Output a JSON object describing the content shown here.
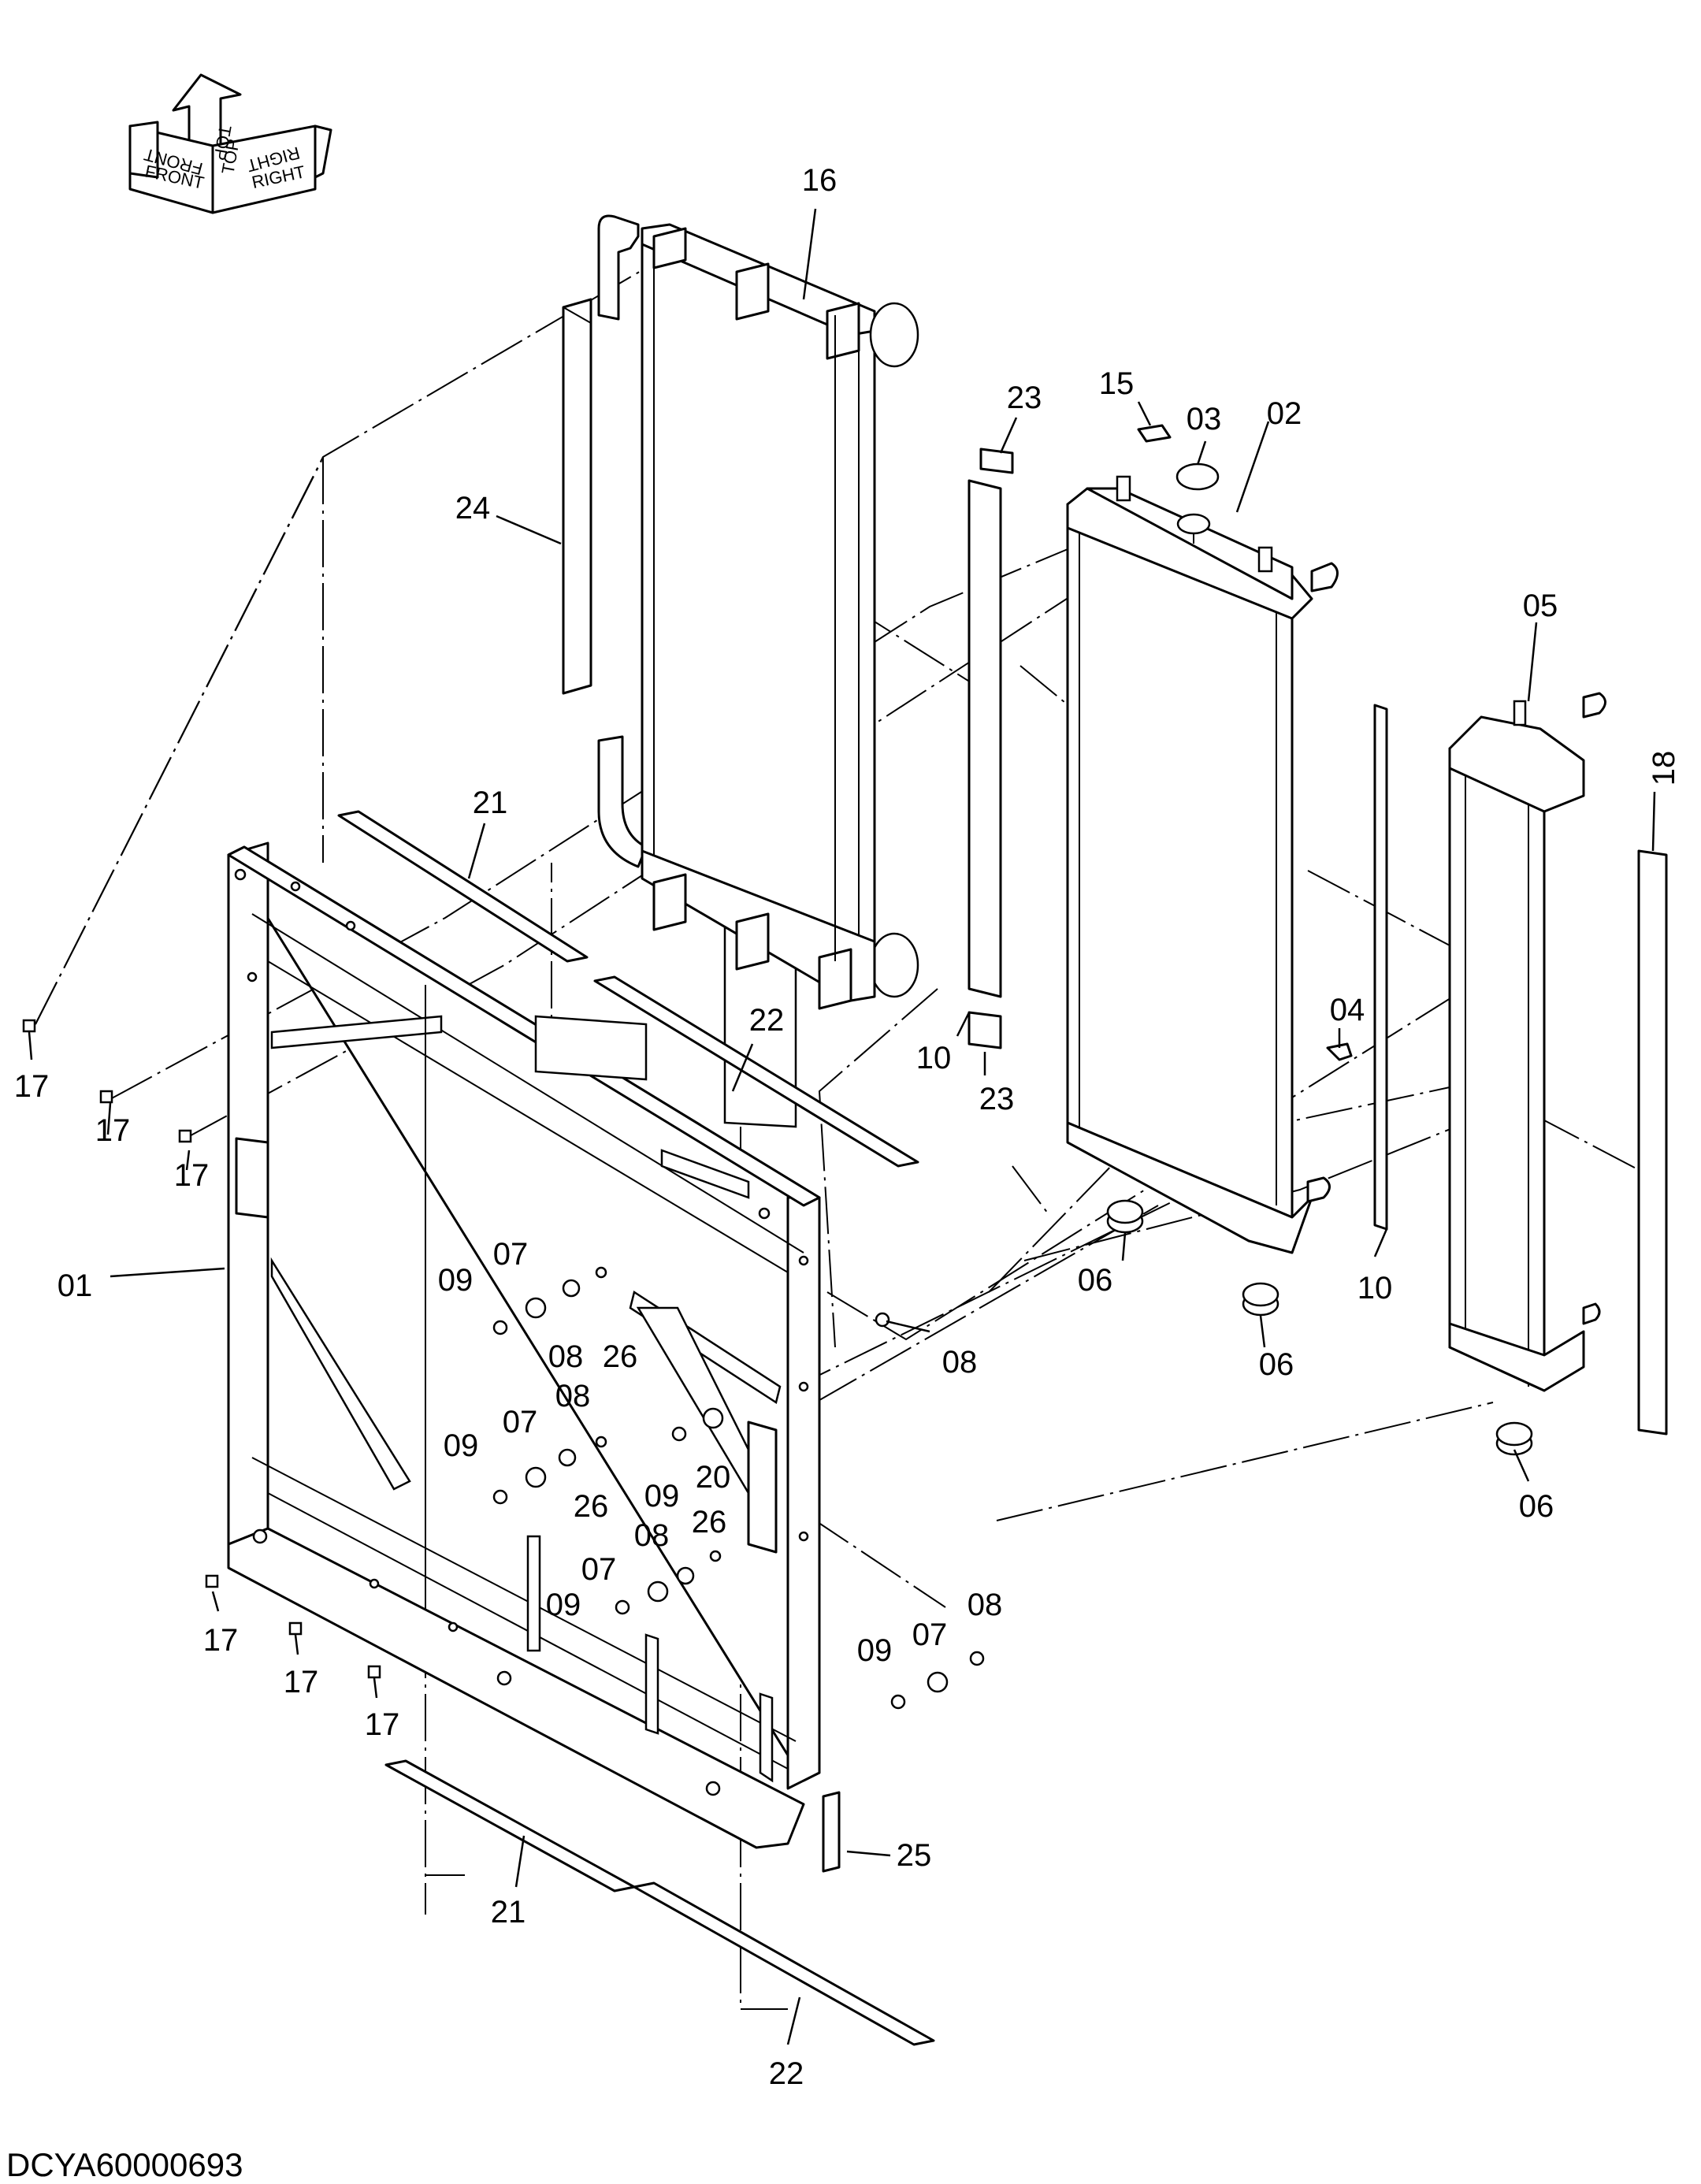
{
  "drawing_id": "DCYA60000693",
  "orientation_labels": [
    "FRONT",
    "TOP",
    "RIGHT",
    "FRONT",
    "TOP",
    "RIGHT"
  ],
  "parts": {
    "p01": "01",
    "p02": "02",
    "p03": "03",
    "p04": "04",
    "p05": "05",
    "p06": "06",
    "p07": "07",
    "p08": "08",
    "p09": "09",
    "p10": "10",
    "p15": "15",
    "p16": "16",
    "p17": "17",
    "p18": "18",
    "p20": "20",
    "p21": "21",
    "p22": "22",
    "p23": "23",
    "p24": "24",
    "p25": "25",
    "p26": "26"
  }
}
